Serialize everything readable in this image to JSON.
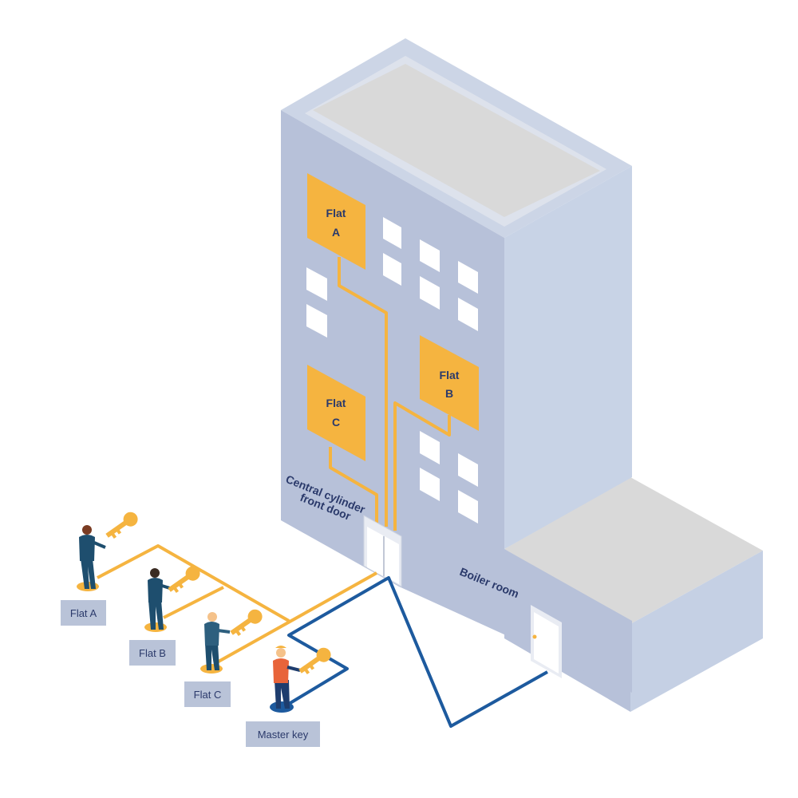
{
  "building": {
    "flats": [
      {
        "id": "a",
        "line1": "Flat",
        "line2": "A"
      },
      {
        "id": "b",
        "line1": "Flat",
        "line2": "B"
      },
      {
        "id": "c",
        "line1": "Flat",
        "line2": "C"
      }
    ],
    "front_door_label": [
      "Central cylinder",
      "front door"
    ],
    "boiler_room_label": "Boiler room"
  },
  "people": [
    {
      "id": "a",
      "label": "Flat A"
    },
    {
      "id": "b",
      "label": "Flat B"
    },
    {
      "id": "c",
      "label": "Flat C"
    },
    {
      "id": "master",
      "label": "Master key"
    }
  ],
  "colors": {
    "facade_front": "#b7c1d9",
    "facade_side": "#c8d3e6",
    "roof": "#d9d9d9",
    "flat_fill": "#f5b440",
    "key_line": "#f5b440",
    "master_line": "#1d5a9e",
    "text": "#2b3a6b"
  },
  "icons": [
    "key-icon",
    "person-icon"
  ]
}
